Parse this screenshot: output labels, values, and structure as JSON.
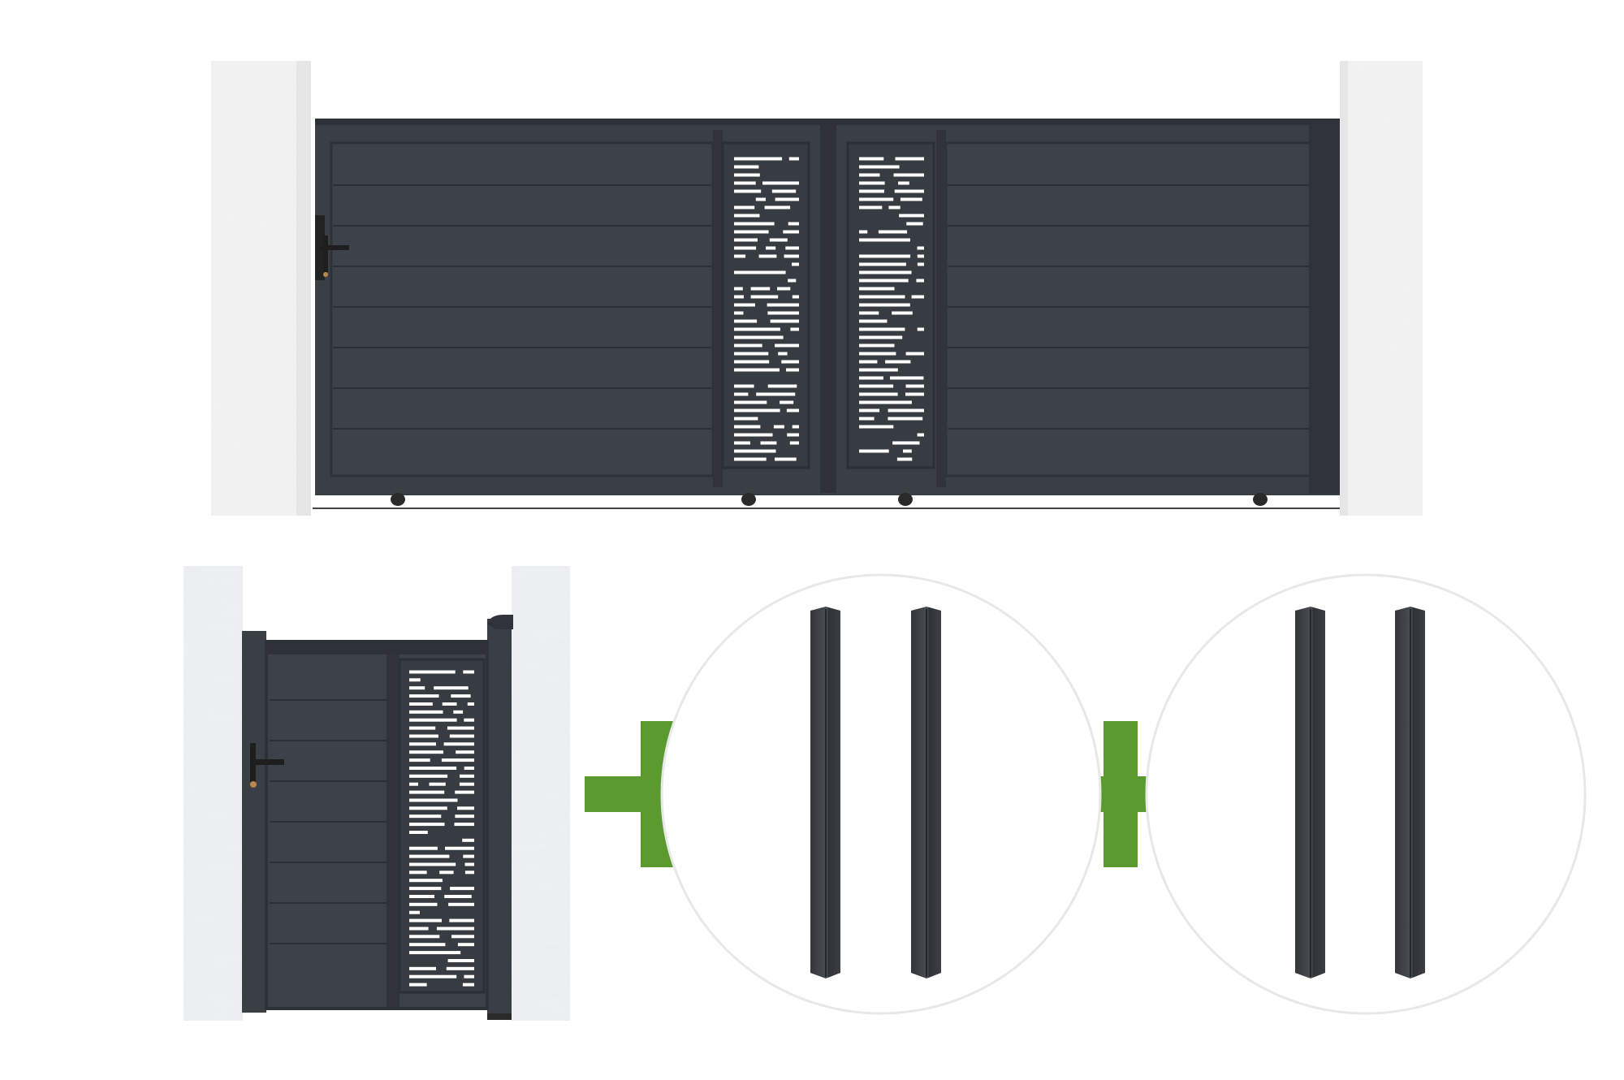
{
  "scene": {
    "items": [
      {
        "name": "sliding-gate",
        "kind": "product"
      },
      {
        "name": "pedestrian-gate",
        "kind": "product"
      },
      {
        "name": "post-pair",
        "kind": "product"
      },
      {
        "name": "post-pair",
        "kind": "product"
      }
    ],
    "plus_count": 2
  },
  "colors": {
    "gate": "#3a3f46",
    "gate_frame": "#2e3238",
    "gate_line": "#2a2e34",
    "pillar": "#f2f2f2",
    "pillar_shadow": "#e2e2e2",
    "plus": "#5b9a2f",
    "circle_border": "#e6e6e6",
    "post": "#3b3f44",
    "post_highlight": "#55595e",
    "slot": "#ffffff"
  }
}
